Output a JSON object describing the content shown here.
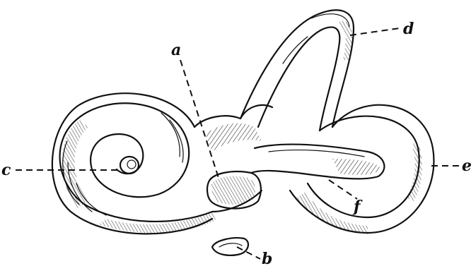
{
  "figure": {
    "labels": {
      "a": "a",
      "b": "b",
      "c": "c",
      "d": "d",
      "e": "e",
      "f": "f"
    },
    "colors": {
      "ink": "#111111",
      "background": "#ffffff"
    }
  }
}
